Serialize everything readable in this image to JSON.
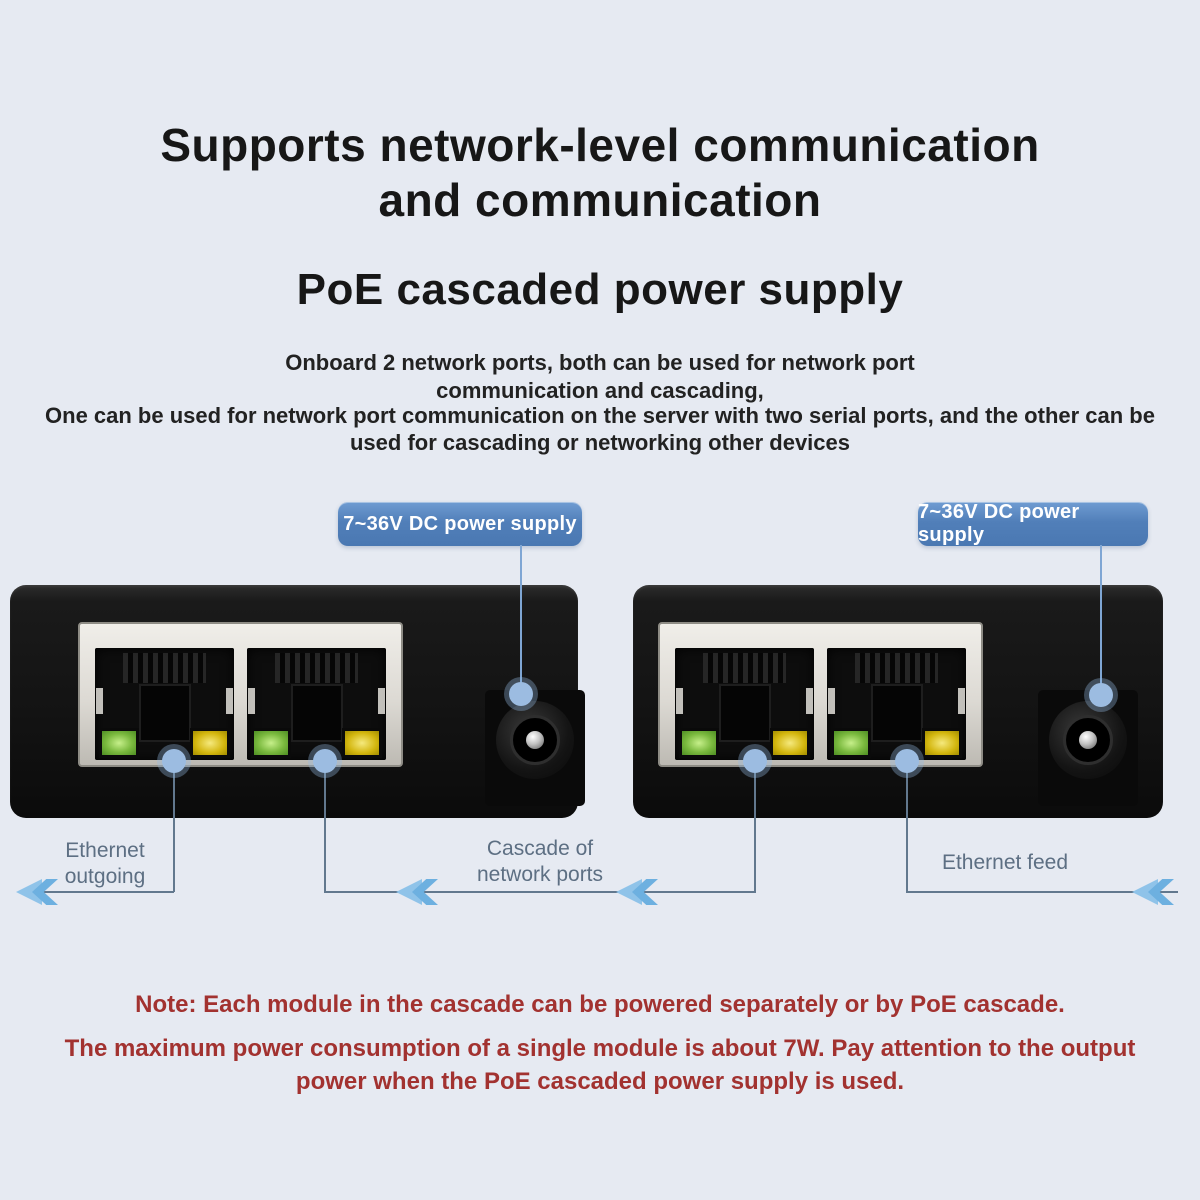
{
  "page": {
    "type": "product-feature-diagram",
    "background_color": "#e6eaf2"
  },
  "header": {
    "title_line1": "Supports network-level communication",
    "title_line2": "and communication",
    "subtitle": "PoE cascaded power supply"
  },
  "description": {
    "line1": "Onboard 2 network ports, both can be used for network port",
    "line2": "communication and cascading,",
    "line3": "One can be used for network port communication on the server with two serial ports, and the other can be used for cascading or networking other devices"
  },
  "callouts": {
    "left": {
      "label": "7~36V DC power supply"
    },
    "right": {
      "label": "7~36V DC power supply"
    },
    "box_color": "#4e7db5",
    "text_color": "#ffffff"
  },
  "annotations": {
    "ethernet_outgoing": "Ethernet outgoing",
    "cascade": "Cascade of network ports",
    "ethernet_feed": "Ethernet feed",
    "label_color": "#5d6f83",
    "line_color": "#62788e",
    "arrow_color": "#8fc3e9",
    "arrow_direction": "left"
  },
  "notes": {
    "note1": "Note: Each module in the cascade can be powered separately or by PoE cascade.",
    "note2": "The maximum power consumption of a single module is about 7W. Pay attention to the output power when the PoE cascaded power supply is used.",
    "text_color": "#a23230"
  },
  "hardware": {
    "modules_shown": 2,
    "rj45_ports_per_module": 2,
    "dc_jacks_per_module": 1,
    "led_green_color": "#76b83f",
    "led_yellow_color": "#d3b60e",
    "marker_dot_color": "#9cbce1"
  }
}
